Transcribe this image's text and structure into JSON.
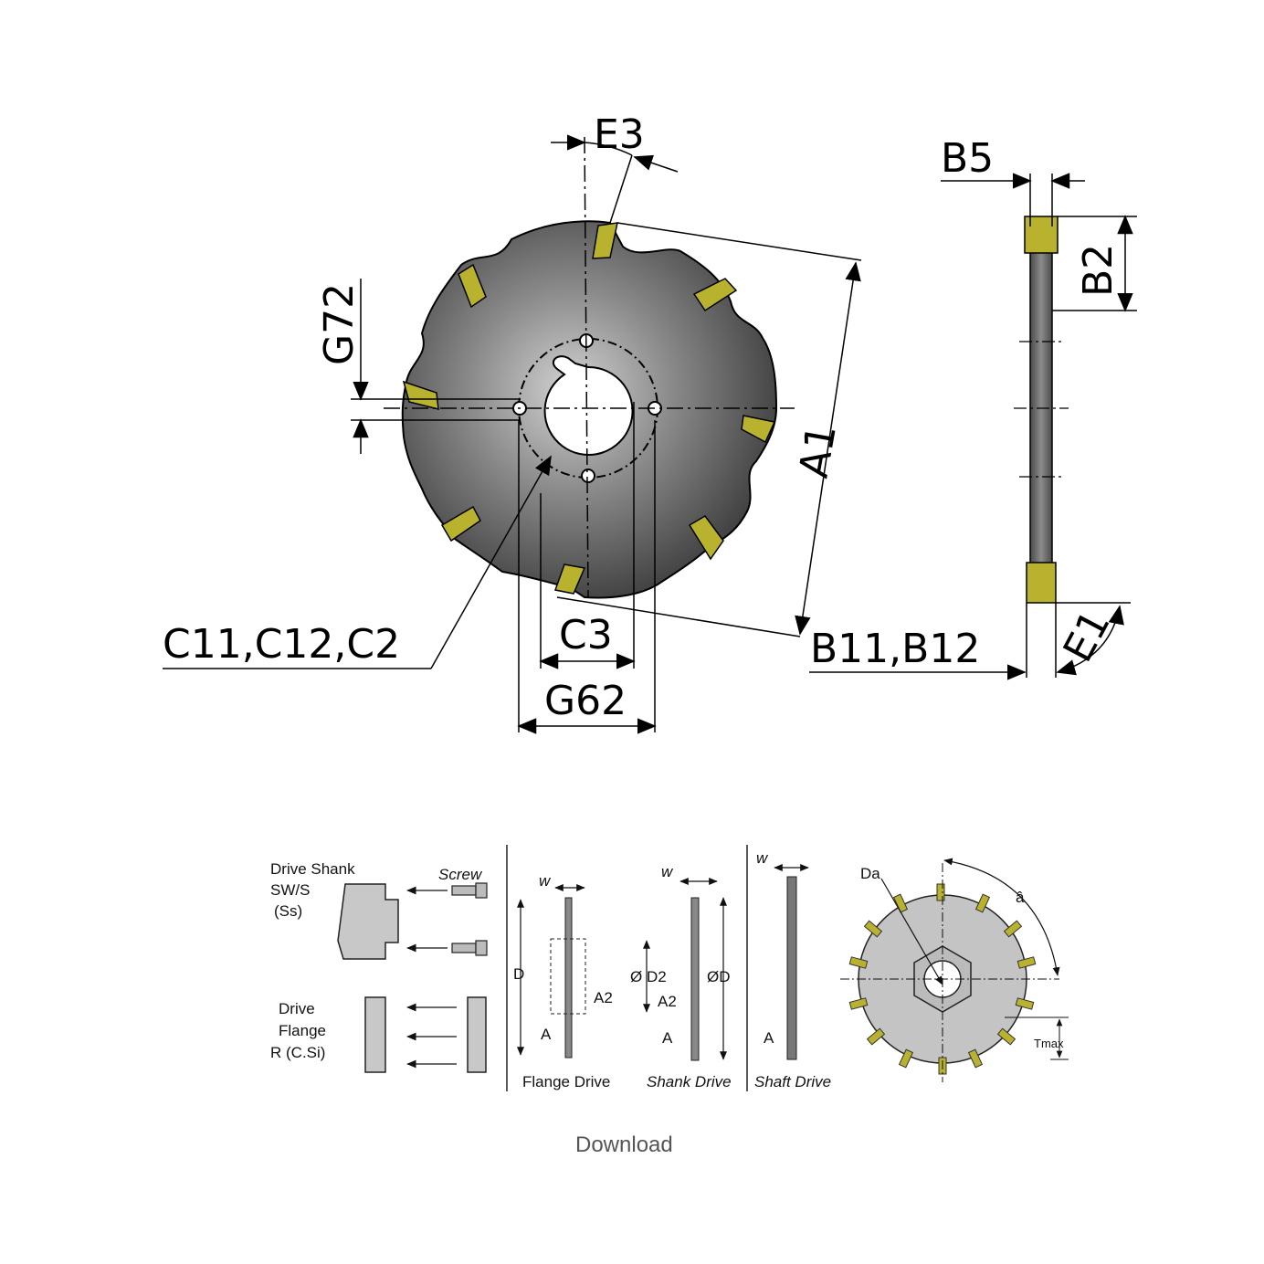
{
  "main_diagram": {
    "labels": {
      "e3": "E3",
      "b5": "B5",
      "b2": "B2",
      "g72": "G72",
      "a1": "A1",
      "e1": "E1",
      "c11_c12_c2": "C11,C12,C2",
      "c3": "C3",
      "b11_b12": "B11,B12",
      "g62": "G62"
    }
  },
  "secondary_diagram": {
    "drive_shank": [
      "Drive Shank",
      "SW/S",
      "(Ss)"
    ],
    "screw": "Screw",
    "drive_flange": [
      "Drive",
      "Flange",
      "R (C.Si)"
    ],
    "w_label": "w",
    "d_label": "D",
    "a2_label": "A2",
    "a_label": "A",
    "d2_label": "Ø D2",
    "od_label": "ØD",
    "da_label": "Da",
    "angle_label": "â",
    "tmax_label": "Tmax",
    "captions": [
      "Flange Drive",
      "Shank Drive",
      "Shaft Drive"
    ]
  },
  "download": "Download",
  "colors": {
    "insert": "#b9b22f",
    "body_dark": "#3c3c3c",
    "body_light": "#c8c8c8",
    "line": "#000000"
  }
}
